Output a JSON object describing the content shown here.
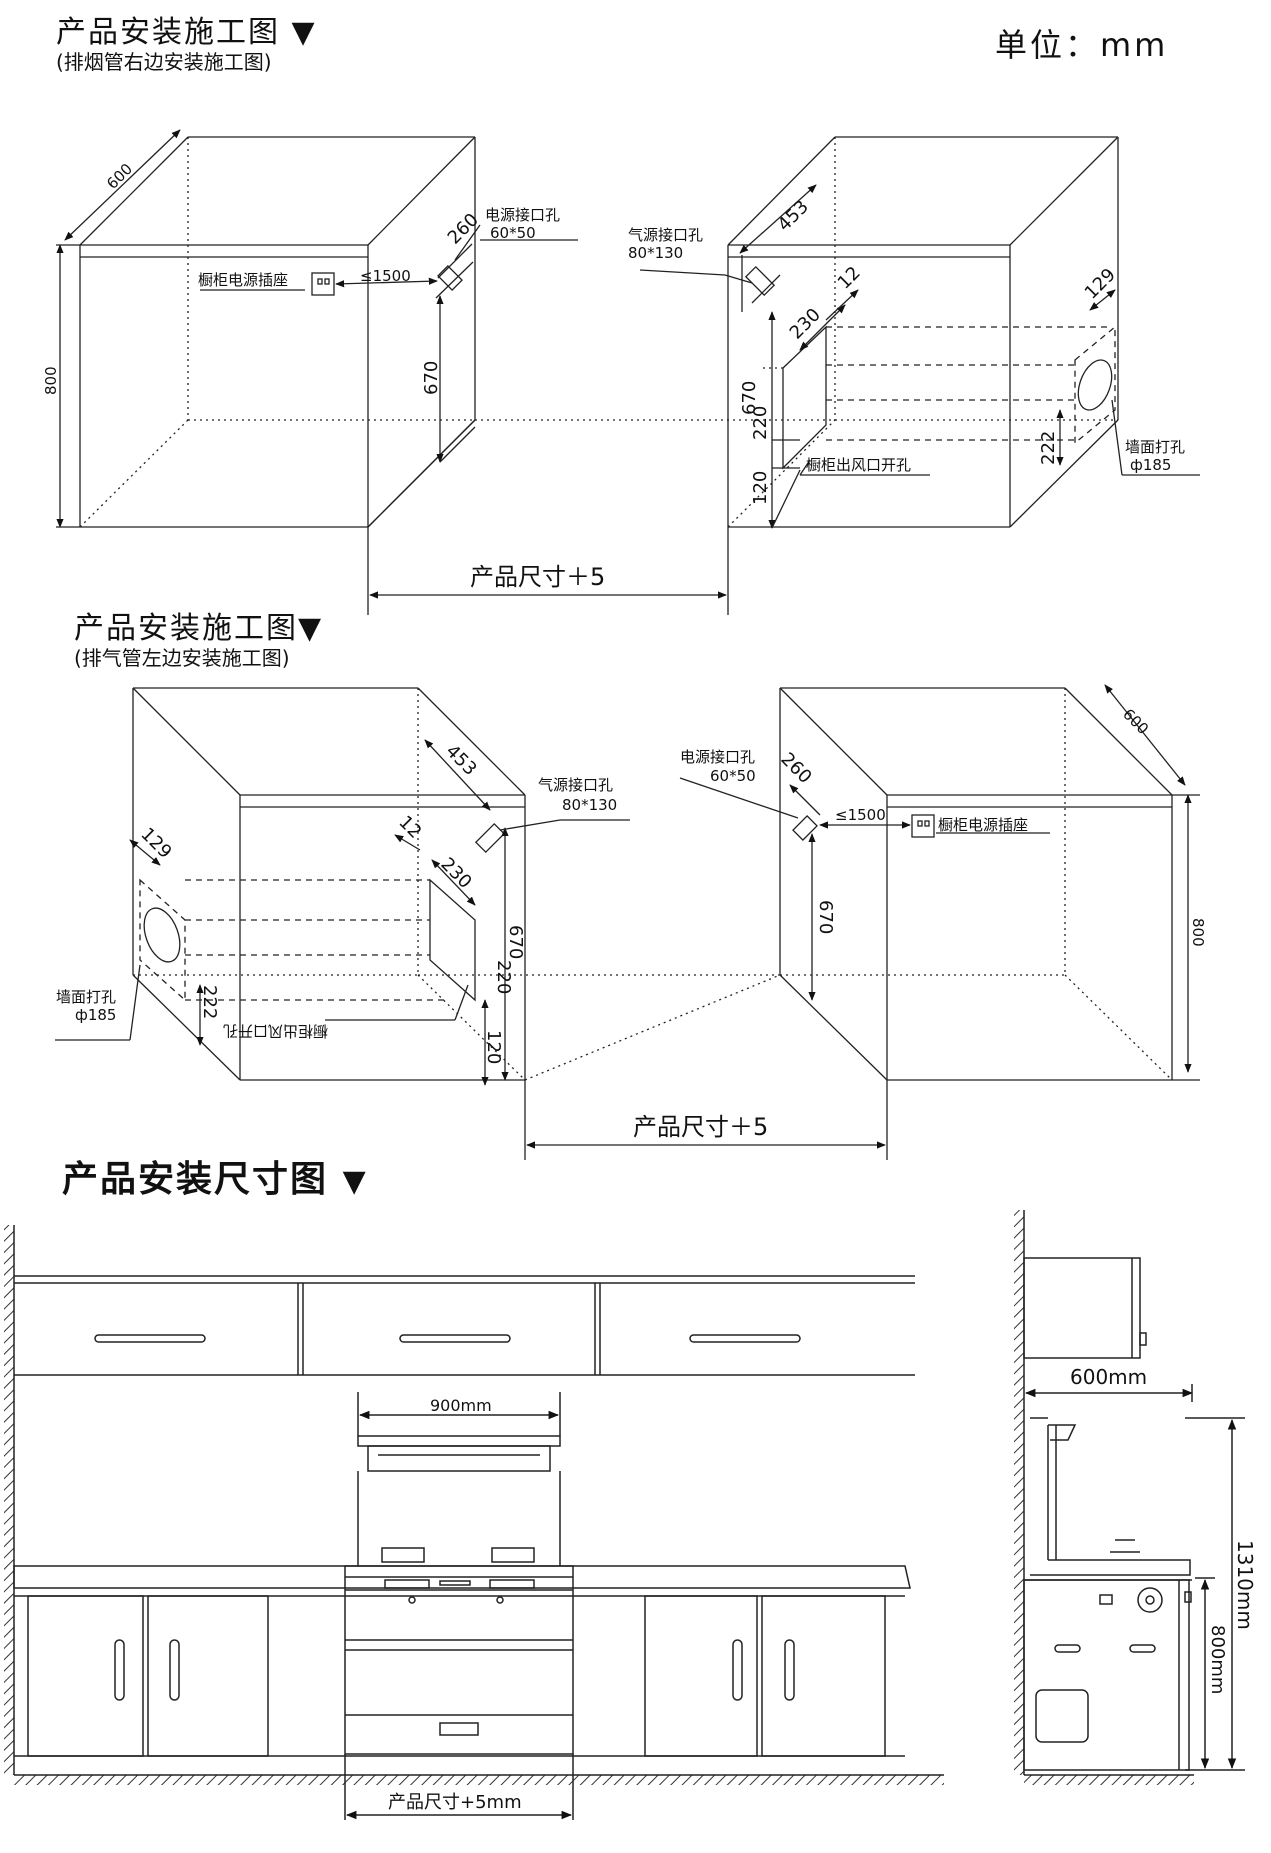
{
  "header": {
    "unit_label": "单位：mm"
  },
  "section1": {
    "title": "产品安装施工图",
    "subtitle": "(排烟管右边安装施工图)",
    "left_box": {
      "depth": "600",
      "height": "800",
      "power_hole_label": "电源接口孔",
      "power_hole_size": "60*50",
      "power_hole_offset": "260",
      "power_hole_height": "670",
      "socket_label": "橱柜电源插座",
      "socket_distance": "≤1500"
    },
    "right_box": {
      "gas_hole_label": "气源接口孔",
      "gas_hole_size": "80*130",
      "gas_hole_offset": "453",
      "gap": "12",
      "outlet_width": "230",
      "outlet_height": "220",
      "outlet_bottom": "120",
      "gas_hole_height": "670",
      "wall_offset": "129",
      "wall_height": "222",
      "outlet_label": "橱柜出风口开孔",
      "wall_hole_label": "墙面打孔",
      "wall_hole_size": "ф185"
    },
    "width_label": "产品尺寸＋5"
  },
  "section2": {
    "title": "产品安装施工图",
    "subtitle": "(排气管左边安装施工图)",
    "left_box": {
      "wall_offset": "129",
      "gas_hole_offset": "453",
      "gas_hole_label": "气源接口孔",
      "gas_hole_size": "80*130",
      "gap": "12",
      "outlet_width": "230",
      "outlet_height": "220",
      "outlet_bottom": "120",
      "gas_hole_height": "670",
      "wall_height": "222",
      "wall_hole_label": "墙面打孔",
      "wall_hole_size": "ф185",
      "outlet_label": "橱柜出风口开孔"
    },
    "right_box": {
      "power_hole_label": "电源接口孔",
      "power_hole_size": "60*50",
      "power_hole_offset": "260",
      "socket_distance": "≤1500",
      "socket_label": "橱柜电源插座",
      "power_hole_height": "670",
      "depth": "600",
      "height": "800"
    },
    "width_label": "产品尺寸＋5"
  },
  "section3": {
    "title": "产品安装尺寸图",
    "hood_width": "900mm",
    "bottom_width": "产品尺寸+5mm",
    "side_depth": "600mm",
    "side_total_height": "1310mm",
    "side_counter_height": "800mm"
  }
}
